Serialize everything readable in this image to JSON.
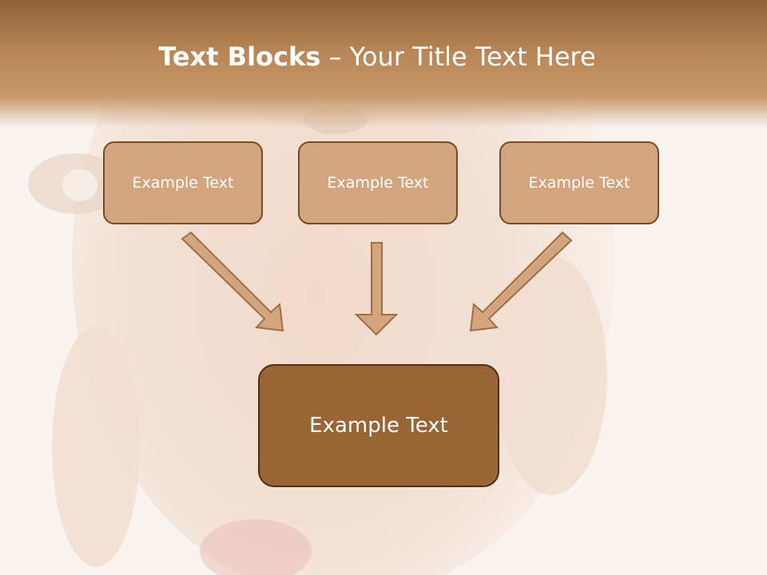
{
  "slide": {
    "title_bold": "Text Blocks",
    "title_dash": " – ",
    "title_rest": "Your Title Text Here"
  },
  "diagram": {
    "top_boxes": [
      {
        "label": "Example Text"
      },
      {
        "label": "Example Text"
      },
      {
        "label": "Example Text"
      }
    ],
    "bottom_box": {
      "label": "Example Text"
    }
  },
  "colors": {
    "header": "#a8764a",
    "box_fill": "#d2a57f",
    "box_border": "#7a4b22",
    "main_fill": "#9a6535",
    "arrow_fill": "#d2a57f",
    "arrow_stroke": "#a06d45"
  }
}
